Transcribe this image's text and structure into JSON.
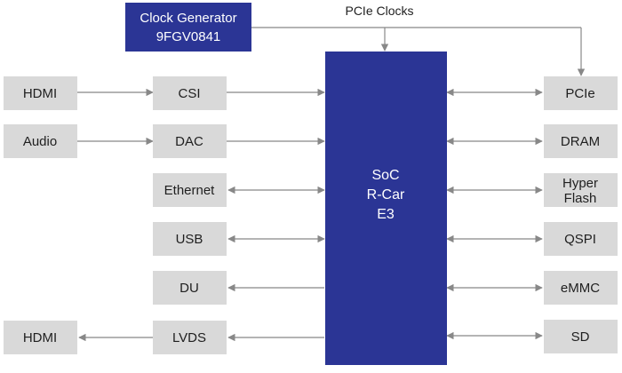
{
  "colors": {
    "soc_fill": "#2b3595",
    "clock_fill": "#2b3595",
    "box_fill": "#d9d9d9",
    "line": "#888888",
    "dark_text": "#1f1f1f",
    "light_text": "#ffffff"
  },
  "clock_generator": {
    "line1": "Clock Generator",
    "line2": "9FGV0841"
  },
  "pcie_clocks_label": "PCIe Clocks",
  "soc": {
    "line1": "SoC",
    "line2": "R-Car",
    "line3": "E3"
  },
  "left_outer": {
    "hdmi_in": "HDMI",
    "audio": "Audio",
    "hdmi_out": "HDMI"
  },
  "left_inner": {
    "csi": "CSI",
    "dac": "DAC",
    "ethernet": "Ethernet",
    "usb": "USB",
    "du": "DU",
    "lvds": "LVDS"
  },
  "right": {
    "pcie": "PCIe",
    "dram": "DRAM",
    "hyper_flash_line1": "Hyper",
    "hyper_flash_line2": "Flash",
    "qspi": "QSPI",
    "emmc": "eMMC",
    "sd": "SD"
  }
}
